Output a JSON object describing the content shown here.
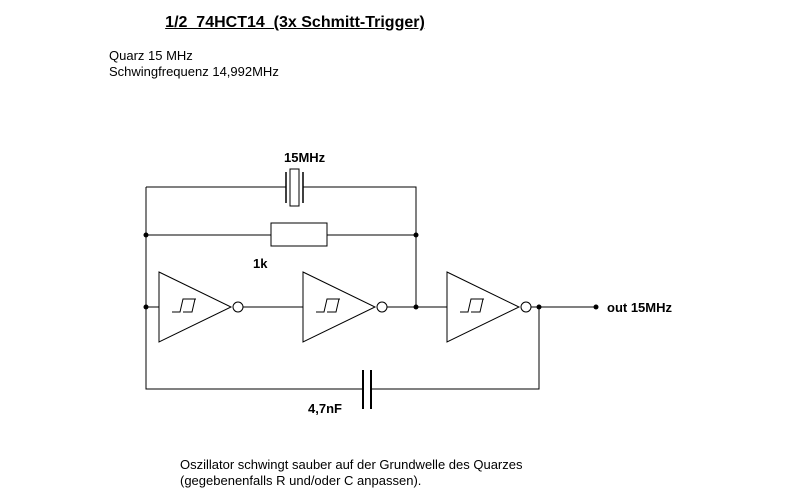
{
  "title": "1/2  74HCT14  (3x Schmitt-Trigger)",
  "info": {
    "line1": "Quarz 15 MHz",
    "line2": "Schwingfrequenz 14,992MHz"
  },
  "labels": {
    "crystal": "15MHz",
    "resistor": "1k",
    "output": "out 15MHz",
    "capacitor": "4,7nF"
  },
  "note": {
    "line1": "Oszillator schwingt sauber auf der Grundwelle des Quarzes",
    "line2": "(gegebenenfalls R und/oder C anpassen)."
  }
}
